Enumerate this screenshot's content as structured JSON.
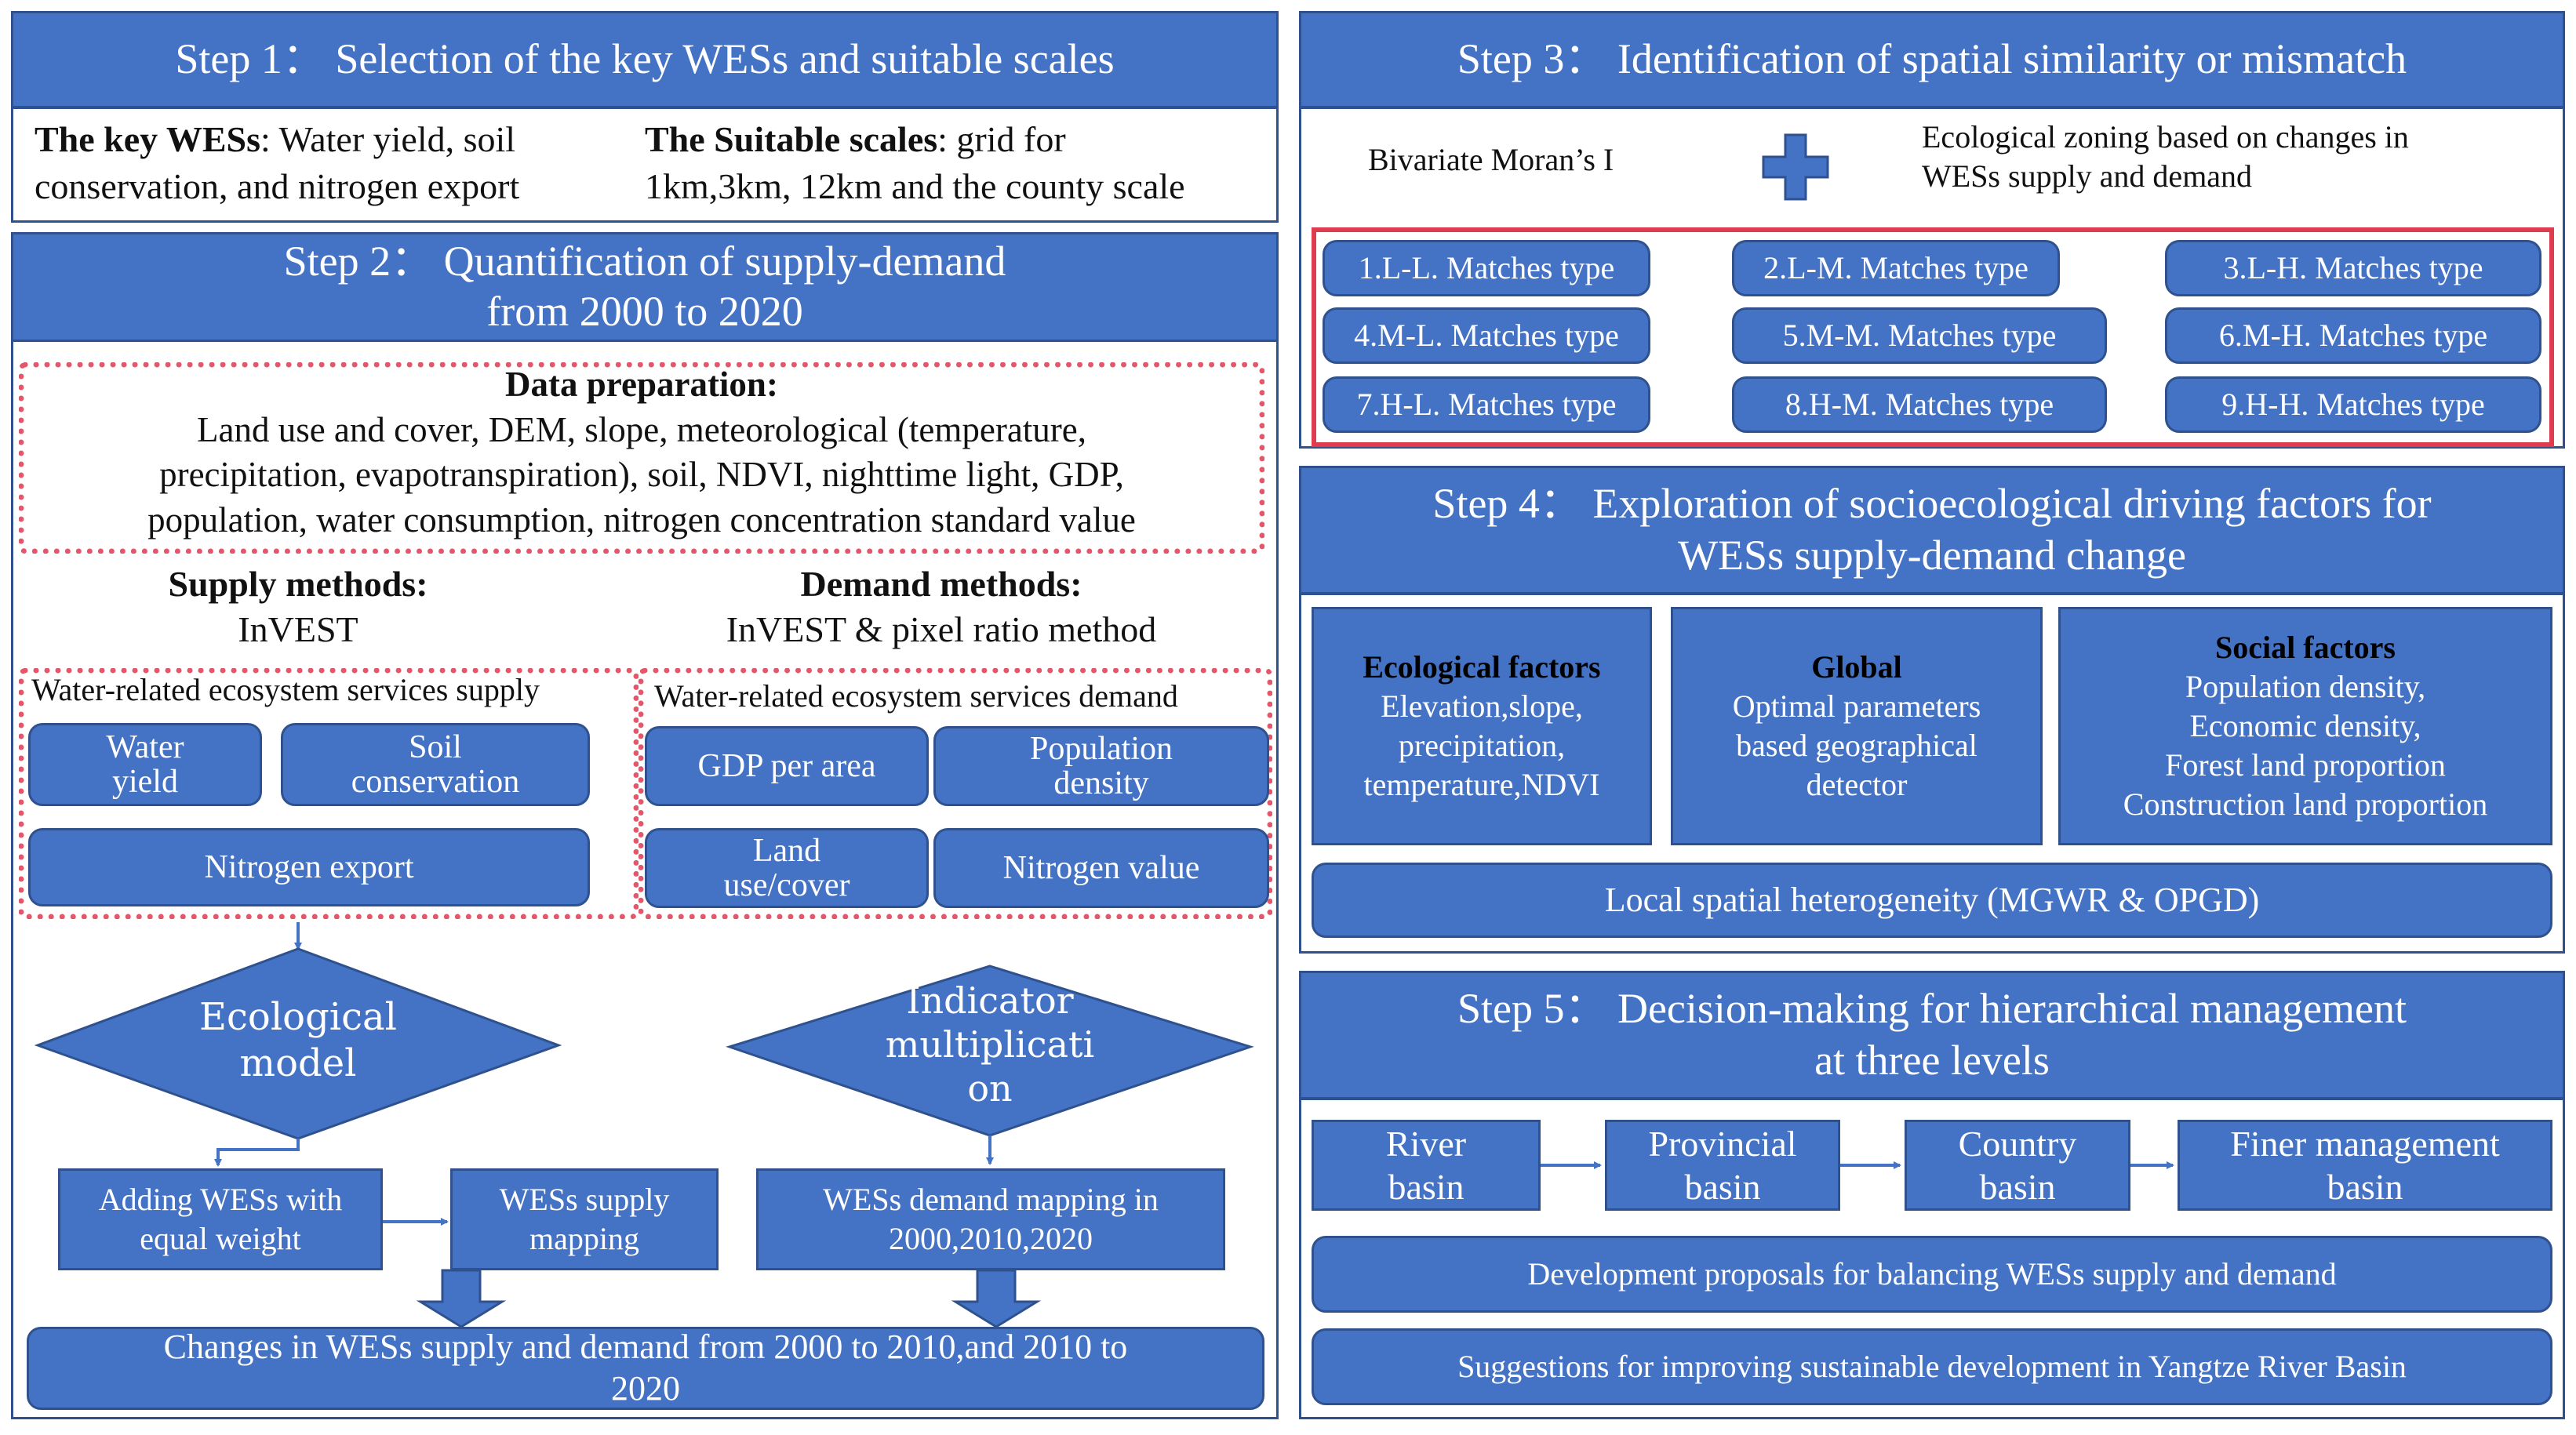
{
  "step1": {
    "title": "Step 1： Selection of the key WESs and suitable scales",
    "key_label": "The key WESs",
    "key_text_1": ": Water yield, soil",
    "key_text_2": "conservation, and nitrogen export",
    "scale_label": "The Suitable scales",
    "scale_text_1": ": grid for",
    "scale_text_2": "1km,3km, 12km and the county scale"
  },
  "step2": {
    "title_1": "Step 2： Quantification of supply-demand",
    "title_2": "from 2000 to 2020",
    "data_prep_title": "Data preparation:",
    "data_prep_1": "Land use and cover, DEM, slope, meteorological (temperature,",
    "data_prep_2": "precipitation, evapotranspiration), soil, NDVI, nighttime light, GDP,",
    "data_prep_3": "population, water consumption, nitrogen concentration standard value",
    "supply_methods_label": "Supply methods:",
    "supply_methods_value": "InVEST",
    "demand_methods_label": "Demand methods:",
    "demand_methods_value": "InVEST & pixel ratio method",
    "supply_panel_title": "Water-related ecosystem services supply",
    "demand_panel_title": "Water-related ecosystem services demand",
    "water_yield_1": "Water",
    "water_yield_2": "yield",
    "soil_cons_1": "Soil",
    "soil_cons_2": "conservation",
    "nitrogen_export": "Nitrogen export",
    "gdp_per_area": "GDP per area",
    "pop_density_1": "Population",
    "pop_density_2": "density",
    "land_use_1": "Land",
    "land_use_2": "use/cover",
    "nitrogen_value": "Nitrogen value",
    "eco_model_1": "Ecological",
    "eco_model_2": "model",
    "indicator_1": "Indicator",
    "indicator_2": "multiplicati",
    "indicator_3": "on",
    "adding_1": "Adding WESs with",
    "adding_2": "equal weight",
    "supply_map_1": "WESs supply",
    "supply_map_2": "mapping",
    "demand_map_1": "WESs demand mapping in",
    "demand_map_2": "2000,2010,2020",
    "changes_1": "Changes in WESs supply and demand from 2000 to 2010,and 2010 to",
    "changes_2": "2020"
  },
  "step3": {
    "title": "Step 3： Identification of spatial similarity or mismatch",
    "moran": "Bivariate Moran’s I",
    "zoning_1": "Ecological zoning based on changes in",
    "zoning_2": "WESs supply and demand",
    "types": [
      "1.L-L. Matches type",
      "2.L-M. Matches type",
      "3.L-H. Matches type",
      "4.M-L. Matches type",
      "5.M-M. Matches type",
      "6.M-H. Matches type",
      "7.H-L. Matches type",
      "8.H-M. Matches type",
      "9.H-H. Matches type"
    ]
  },
  "step4": {
    "title_1": "Step 4： Exploration of socioecological driving factors for",
    "title_2": "WESs supply-demand change",
    "eco_title": "Ecological factors",
    "eco_1": "Elevation,slope,",
    "eco_2": "precipitation,",
    "eco_3": "temperature,NDVI",
    "global_title": "Global",
    "global_1": "Optimal parameters",
    "global_2": "based geographical",
    "global_3": "detector",
    "social_title": "Social factors",
    "social_1": "Population density,",
    "social_2": "Economic density,",
    "social_3": "Forest land proportion",
    "social_4": "Construction land proportion",
    "local": "Local spatial heterogeneity (MGWR & OPGD)"
  },
  "step5": {
    "title_1": "Step 5： Decision-making for hierarchical management",
    "title_2": "at three levels",
    "river_1": "River",
    "river_2": "basin",
    "prov_1": "Provincial",
    "prov_2": "basin",
    "country_1": "Country",
    "country_2": "basin",
    "finer_1": "Finer management",
    "finer_2": "basin",
    "dev_proposals": "Development proposals for balancing WESs supply and demand",
    "suggestions": "Suggestions for improving sustainable development in Yangtze River Basin"
  },
  "colors": {
    "box": "#4472c4",
    "border": "#2f528f",
    "dashed": "#e4566a",
    "highlight": "#e03c50"
  }
}
